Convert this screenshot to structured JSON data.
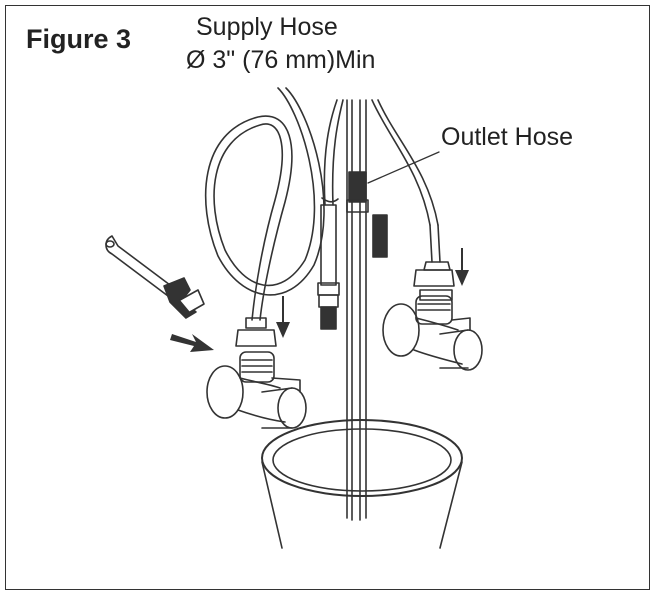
{
  "figure_label": "Figure 3",
  "supply_hose": {
    "line1": "Supply Hose",
    "line2": "Ø 3\" (76 mm)Min"
  },
  "outlet_hose": {
    "label": "Outlet Hose"
  },
  "colors": {
    "line": "#333333",
    "text": "#222222",
    "background": "#ffffff"
  }
}
